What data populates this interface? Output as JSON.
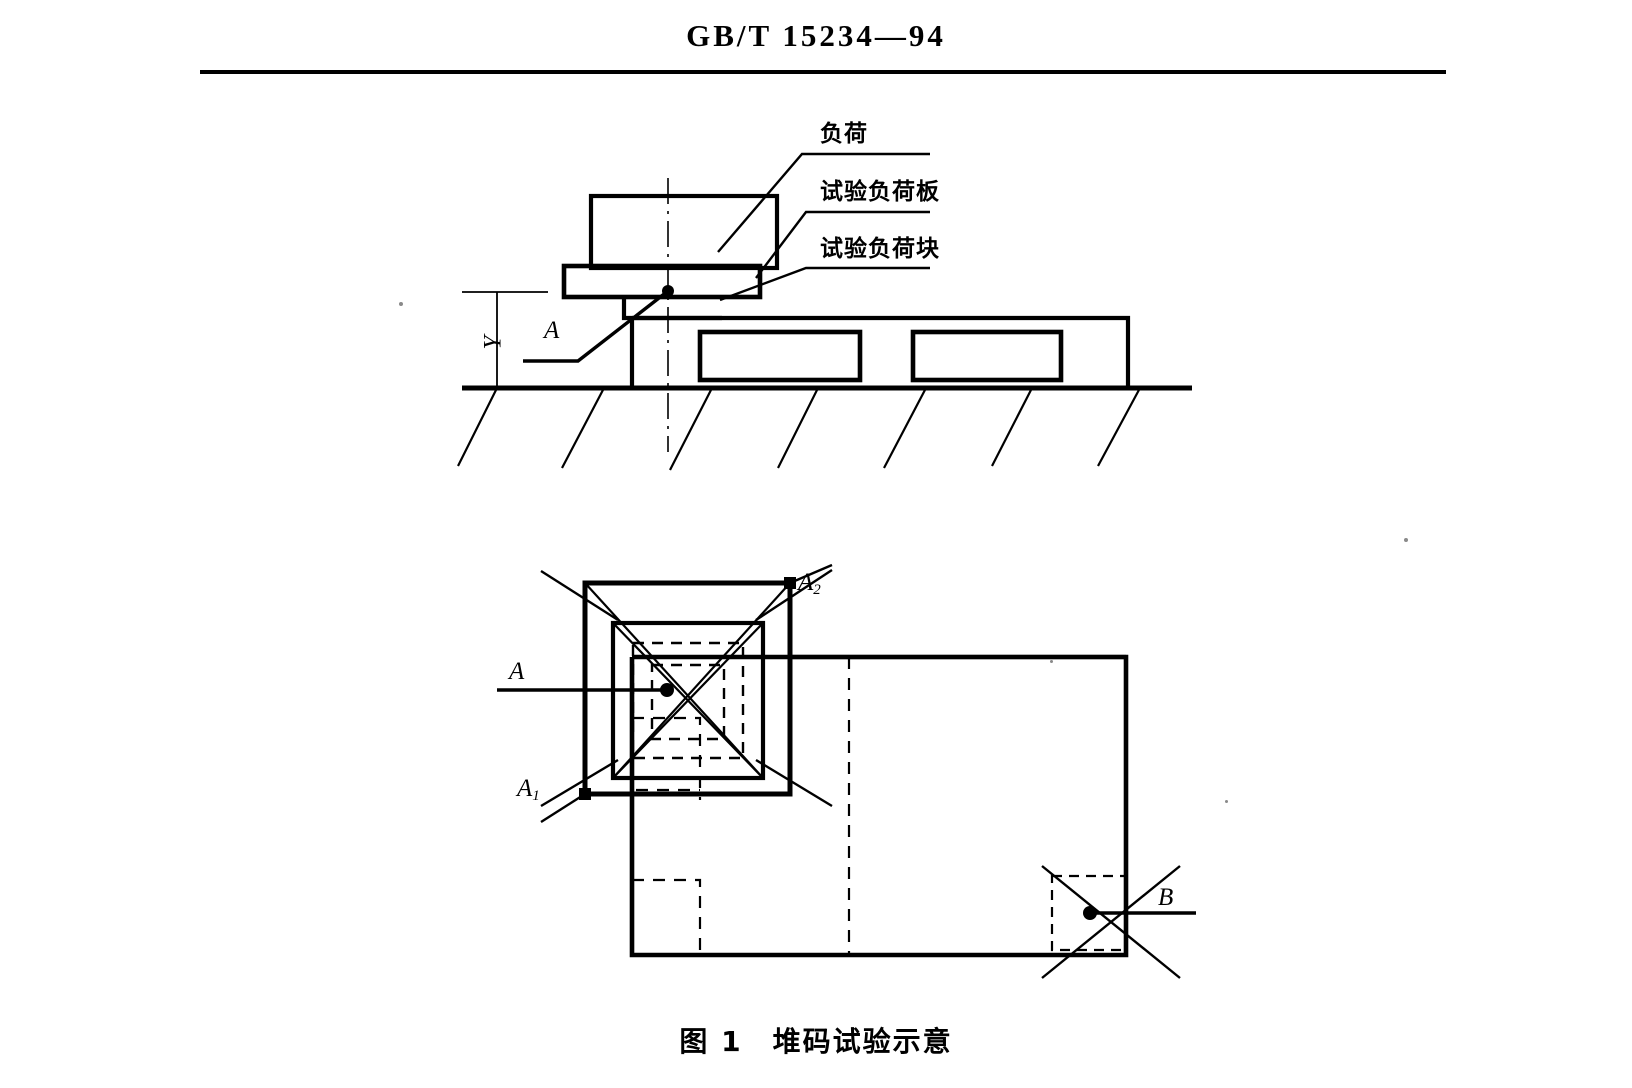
{
  "header": {
    "standard_number": "GB/T 15234—94"
  },
  "figure": {
    "caption": "图 1　堆码试验示意",
    "elevation_view": {
      "labels": [
        {
          "id": "load",
          "text": "负荷"
        },
        {
          "id": "test-load-plate",
          "text": "试验负荷板"
        },
        {
          "id": "test-load-block",
          "text": "试验负荷块"
        }
      ],
      "dimension_label": "Y",
      "point_label": "A"
    },
    "plan_view": {
      "point_labels": [
        {
          "id": "A",
          "text": "A"
        },
        {
          "id": "A1",
          "base": "A",
          "sub": "1"
        },
        {
          "id": "A2",
          "base": "A",
          "sub": "2"
        },
        {
          "id": "B",
          "text": "B"
        }
      ]
    }
  },
  "colors": {
    "ink": "#000000",
    "paper": "#ffffff"
  }
}
